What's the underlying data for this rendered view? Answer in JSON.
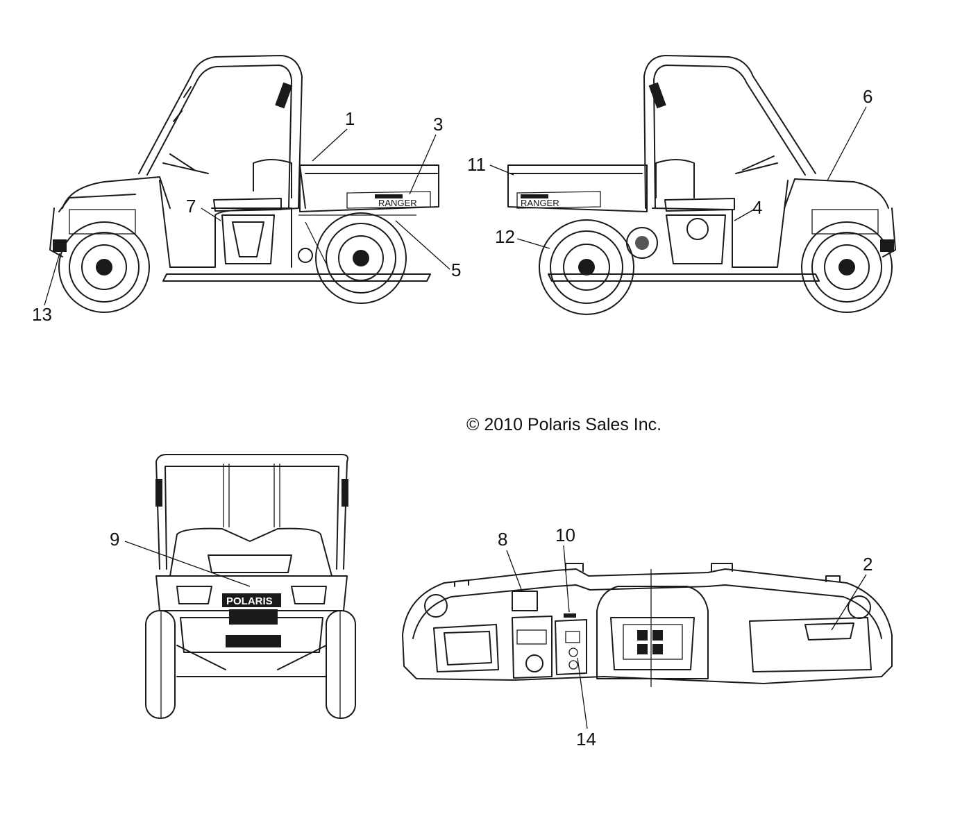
{
  "copyright": "© 2010 Polaris Sales Inc.",
  "decal_text": {
    "ranger": "RANGER",
    "polaris": "POLARIS"
  },
  "callouts": [
    "1",
    "2",
    "3",
    "4",
    "5",
    "6",
    "7",
    "8",
    "9",
    "10",
    "11",
    "12",
    "13",
    "14"
  ],
  "views": {
    "left_side": {
      "callouts": [
        "1",
        "3",
        "5",
        "7",
        "13"
      ]
    },
    "right_side": {
      "callouts": [
        "4",
        "6",
        "11",
        "12"
      ]
    },
    "front": {
      "callouts": [
        "9"
      ]
    },
    "dashboard": {
      "callouts": [
        "2",
        "8",
        "10",
        "14"
      ]
    }
  }
}
